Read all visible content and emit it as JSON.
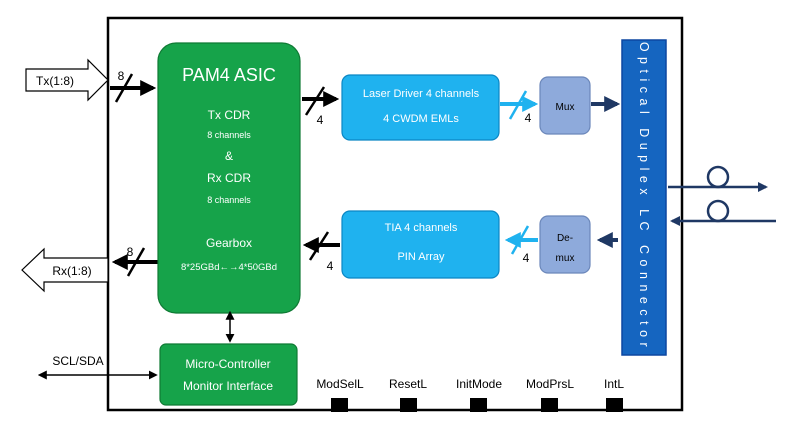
{
  "colors": {
    "green": "#16a34a",
    "green_stroke": "#0f7a34",
    "light_blue": "#1fb2ef",
    "light_blue_stroke": "#0a86c4",
    "mux_fill": "#8eaadb",
    "mux_stroke": "#6b87ba",
    "optical_fill": "#1565c0",
    "dark_navy": "#1f3864",
    "black": "#000000"
  },
  "io": {
    "tx_label": "Tx(1:8)",
    "rx_label": "Rx(1:8)",
    "tx_lanes": "8",
    "rx_lanes": "8",
    "scl_sda": "SCL/SDA"
  },
  "asic": {
    "title": "PAM4 ASIC",
    "tx_cdr": "Tx CDR",
    "tx_channels": "8 channels",
    "ampersand": "&",
    "rx_cdr": "Rx CDR",
    "rx_channels": "8 channels",
    "gearbox": "Gearbox",
    "gearbox_rate": "8*25GBd←→4*50GBd"
  },
  "laser_driver": {
    "line1": "Laser Driver 4 channels",
    "line2": "4 CWDM EMLs",
    "lanes_in": "4",
    "lanes_out": "4"
  },
  "tia": {
    "line1": "TIA 4 channels",
    "line2": "PIN Array",
    "lanes_in": "4",
    "lanes_out": "4"
  },
  "mux": {
    "label": "Mux"
  },
  "demux": {
    "line1": "De-",
    "line2": "mux"
  },
  "optical": {
    "label": "Optical Duplex LC Connector"
  },
  "mcu": {
    "line1": "Micro-Controller",
    "line2": "Monitor Interface"
  },
  "pins": [
    "ModSelL",
    "ResetL",
    "InitMode",
    "ModPrsL",
    "IntL"
  ]
}
